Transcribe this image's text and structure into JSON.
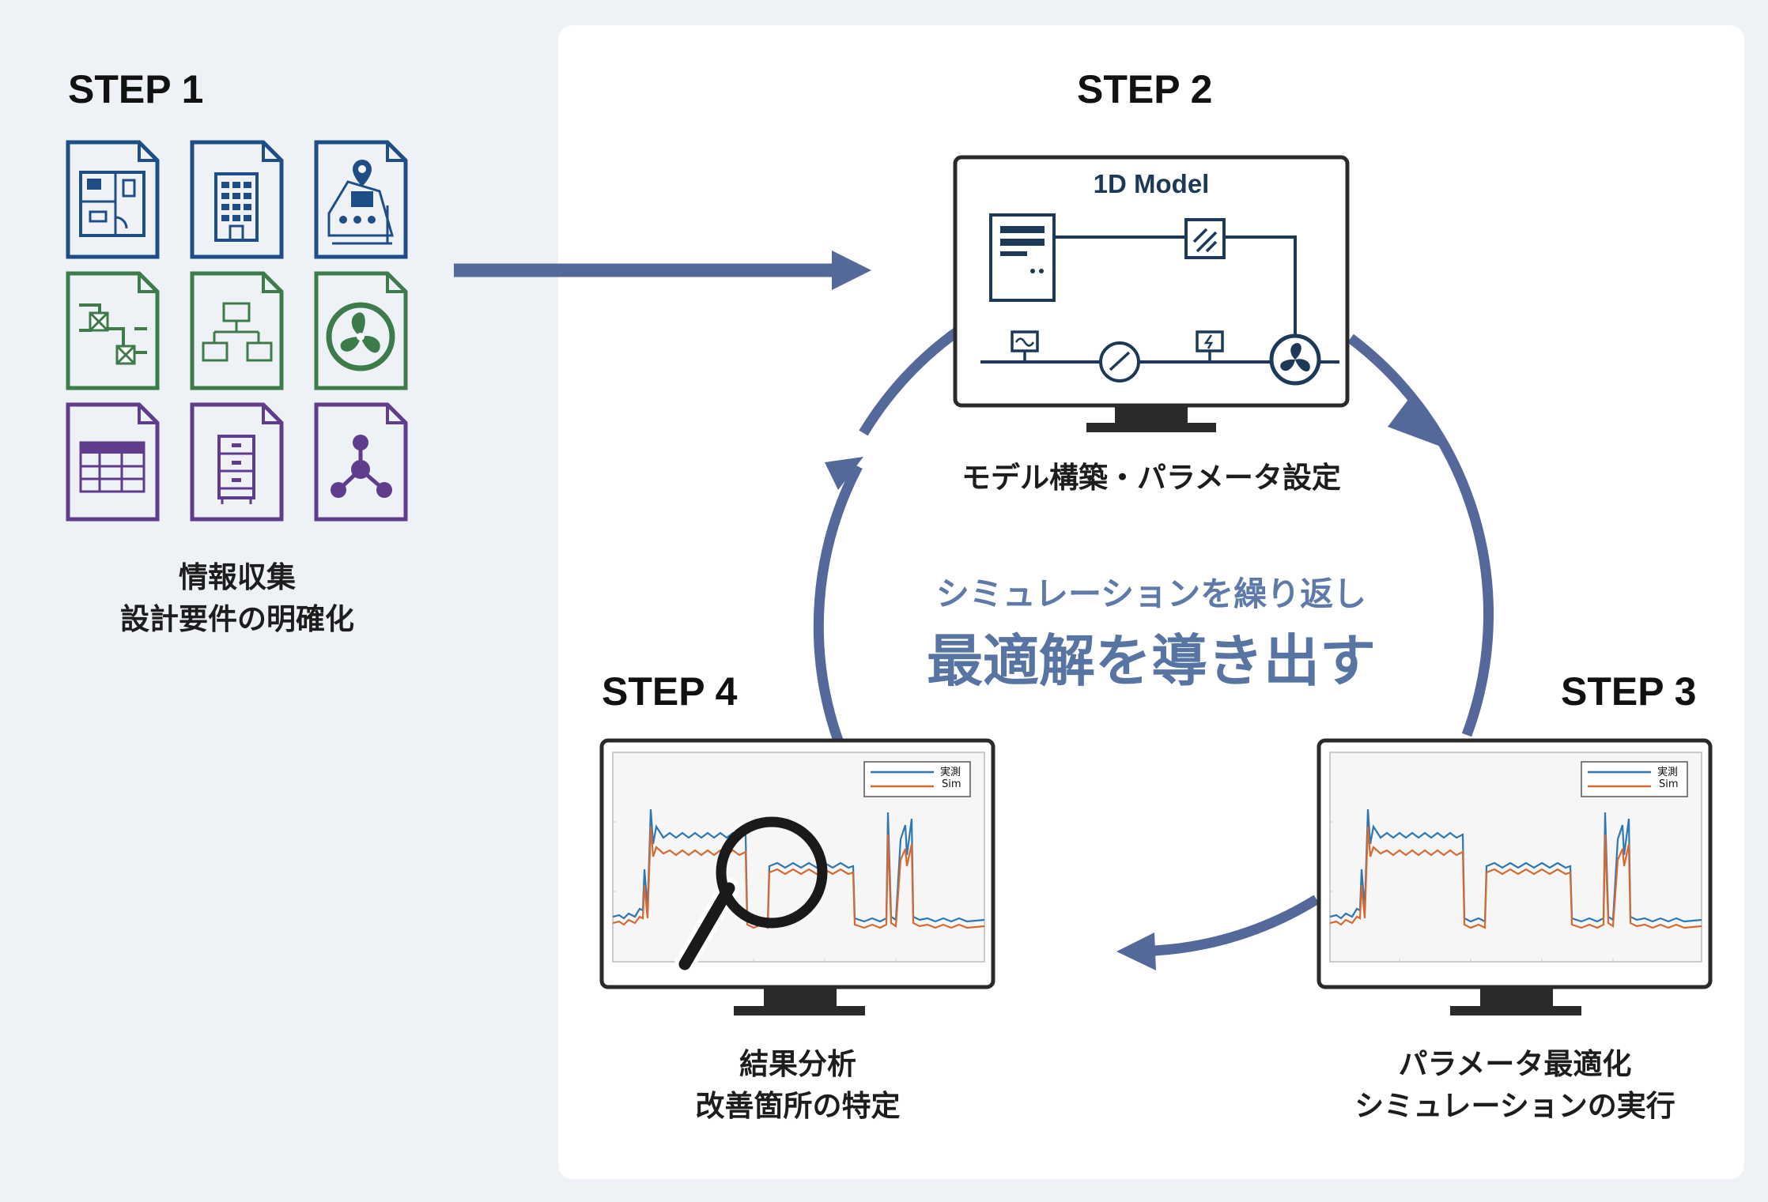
{
  "steps": {
    "s1": "STEP 1",
    "s2": "STEP 2",
    "s3": "STEP 3",
    "s4": "STEP 4"
  },
  "captions": {
    "s1_line1": "情報収集",
    "s1_line2": "設計要件の明確化",
    "s2": "モデル構築・パラメータ設定",
    "s3_line1": "パラメータ最適化",
    "s3_line2": "シミュレーションの実行",
    "s4_line1": "結果分析",
    "s4_line2": "改善箇所の特定"
  },
  "center_message": {
    "line1": "シミュレーションを繰り返し",
    "line2": "最適解を導き出す"
  },
  "model_title": "1D Model",
  "legend": {
    "measured": "実測",
    "sim": "Sim"
  },
  "colors": {
    "arrow": "#54689a",
    "doc_blue": "#1f4e87",
    "doc_green": "#3d7b4b",
    "doc_purple": "#5f3c8c",
    "model_navy": "#1c3958",
    "measured_line": "#2d77b2",
    "sim_line": "#d46a33"
  },
  "icons": {
    "row1": [
      "floor-plan-doc-icon",
      "building-doc-icon",
      "site-map-doc-icon"
    ],
    "row2": [
      "duct-diagram-doc-icon",
      "flowchart-doc-icon",
      "fan-doc-icon"
    ],
    "row3": [
      "table-doc-icon",
      "cabinet-doc-icon",
      "network-doc-icon"
    ]
  }
}
